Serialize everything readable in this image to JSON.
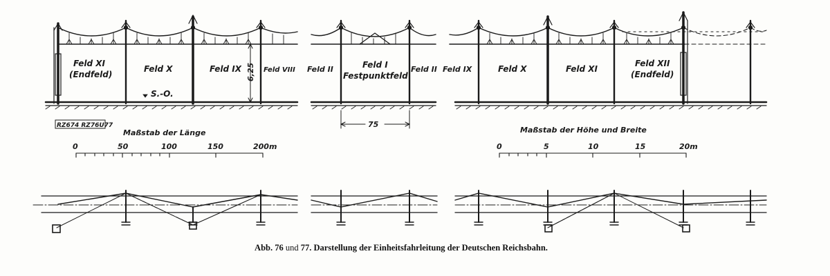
{
  "fields": {
    "feld_xi": "Feld XI",
    "endfeld_left": "(Endfeld)",
    "feld_x_a": "Feld X",
    "feld_ix_a": "Feld IX",
    "feld_viii": "Feld VIII",
    "feld_ii_a": "Feld II",
    "feld_i": "Feld I",
    "festpunktfeld": "Festpunktfeld",
    "feld_ii_b": "Feld II",
    "feld_ix_b": "Feld IX",
    "feld_x_b": "Feld X",
    "feld_xi_b": "Feld XI",
    "feld_xii": "Feld XII",
    "endfeld_right": "(Endfeld)"
  },
  "annotations": {
    "height": "6,25",
    "so": "S.-O.",
    "span": "75",
    "stamp": "RZ674 RZ76U77"
  },
  "scale_length": {
    "title": "Maßstab der Länge",
    "ticks": [
      "0",
      "50",
      "100",
      "150",
      "200m"
    ]
  },
  "scale_height": {
    "title": "Maßstab der Höhe und Breite",
    "ticks": [
      "0",
      "5",
      "10",
      "15",
      "20m"
    ]
  },
  "caption": {
    "figure": "Abb. 76",
    "und": "und",
    "figure2": "77.",
    "text": "Darstellung der Einheitsfahrleitung der Deutschen Reichsbahn."
  },
  "colors": {
    "ink": "#1a1a1a",
    "paper": "#fdfdfb"
  }
}
